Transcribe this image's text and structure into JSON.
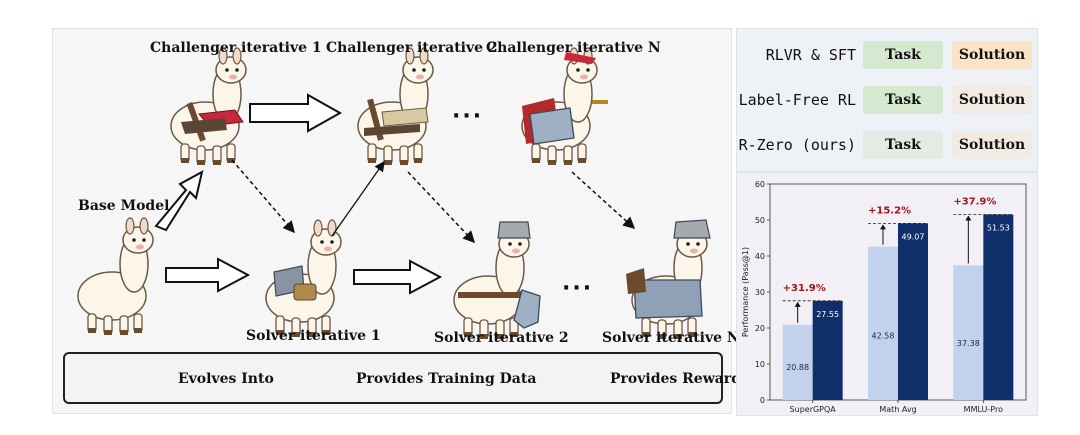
{
  "diagram": {
    "challenger_1": "Challenger iterative 1",
    "challenger_2": "Challenger iterative 2",
    "challenger_n": "Challenger iterative N",
    "base_model": "Base Model",
    "solver_1": "Solver iterative 1",
    "solver_2": "Solver iterative 2",
    "solver_n": "Solver iterative N",
    "ellipsis": "···"
  },
  "legend": {
    "evolves": "Evolves Into",
    "data": "Provides Training Data",
    "reward": "Provides Reward"
  },
  "comparison": {
    "rows": [
      {
        "label": "RLVR & SFT",
        "task": "Task",
        "solution": "Solution",
        "task_color": "#d5e8d0",
        "solution_color": "#fbe3c8"
      },
      {
        "label": "Label-Free RL",
        "task": "Task",
        "solution": "Solution",
        "task_color": "#d5e8d0",
        "solution_color": "#f1ebe3"
      },
      {
        "label": "R-Zero (ours)",
        "task": "Task",
        "solution": "Solution",
        "task_color": "#e2ece4",
        "solution_color": "#f1ebe3"
      }
    ]
  },
  "chart_data": {
    "type": "bar",
    "ylabel": "Performance (Pass@1)",
    "ylim": [
      0,
      60
    ],
    "yticks": [
      0,
      10,
      20,
      30,
      40,
      50,
      60
    ],
    "categories": [
      "SuperGPQA",
      "Math Avg",
      "MMLU-Pro"
    ],
    "series": [
      {
        "values": [
          20.88,
          42.58,
          37.38
        ],
        "color": "#c2d1ec"
      },
      {
        "values": [
          27.55,
          49.07,
          51.53
        ],
        "color": "#0f2f6b"
      }
    ],
    "annotations": [
      "+31.9%",
      "+15.2%",
      "+37.9%"
    ],
    "annotation_color": "#a31515"
  }
}
